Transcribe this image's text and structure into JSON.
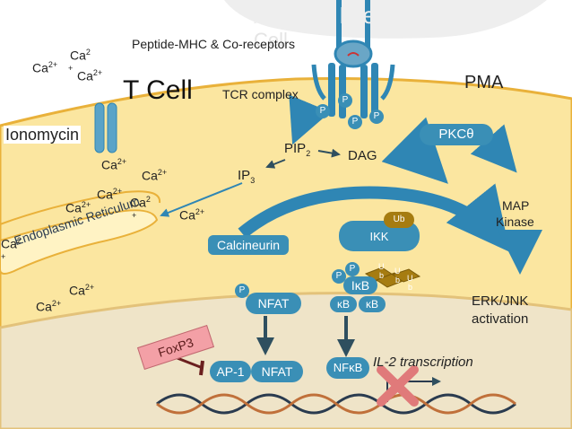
{
  "title": {
    "line1": "Antigen Presentation",
    "line2": "Cell"
  },
  "cell_label": "T Cell",
  "labels": {
    "peptide_mhc": "Peptide-MHC & Co-receptors",
    "tcr_complex": "TCR complex",
    "pma": "PMA",
    "ionomycin": "Ionomycin",
    "pip2_base": "PIP",
    "pip2_sub": "2",
    "dag": "DAG",
    "ip3_base": "IP",
    "ip3_sub": "3",
    "er": "Endoplasmic Reticulum",
    "map_kinase_1": "MAP",
    "map_kinase_2": "Kinase",
    "erk_jnk_1": "ERK/JNK",
    "erk_jnk_2": "activation",
    "il2_transcription": "IL-2 transcription"
  },
  "ions": {
    "ca": "Ca",
    "charge": "2+",
    "split_charge_top": "2",
    "split_charge_bottom": "+"
  },
  "proteins": {
    "pkc": "PKCθ",
    "ikk": "IKK",
    "ub": "Ub",
    "calcineurin": "Calcineurin",
    "nfat": "NFAT",
    "nfat_nucleus": "NFAT",
    "ap1": "AP-1",
    "foxp3": "FoxP3",
    "ikb": "IκB",
    "kb1": "κB",
    "kb2": "κB",
    "nfkb": "NFκB",
    "phospho": "P",
    "ub_small_top": "U",
    "ub_small_bottom": "b"
  },
  "colors": {
    "cytoplasm": "#fbe6a0",
    "nucleus": "#f1e6c8",
    "membrane": "#e9b13a",
    "protein_blue": "#3a8fb6",
    "arrow_blue": "#2f86b4",
    "ub_gold": "#a67c10",
    "foxp3_pink": "#f3a0a6",
    "block_x": "#e07a7a",
    "title": "#eeeeee"
  }
}
